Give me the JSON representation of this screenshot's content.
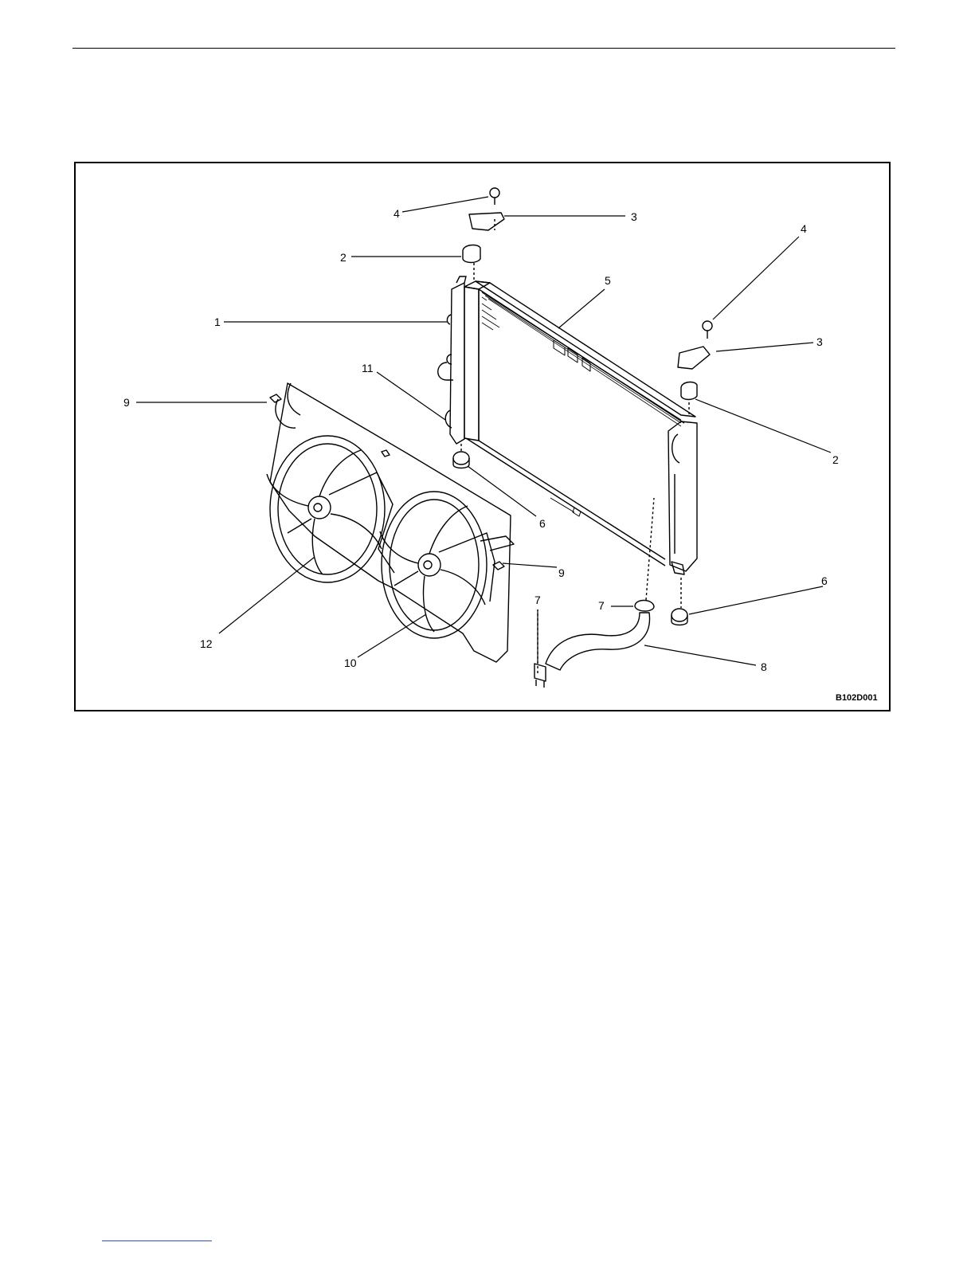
{
  "figure": {
    "id": "B102D001",
    "callouts": [
      {
        "text": "4"
      },
      {
        "text": "3"
      },
      {
        "text": "2"
      },
      {
        "text": "5"
      },
      {
        "text": "1"
      },
      {
        "text": "4"
      },
      {
        "text": "3"
      },
      {
        "text": "11"
      },
      {
        "text": "9"
      },
      {
        "text": "2"
      },
      {
        "text": "6"
      },
      {
        "text": "9"
      },
      {
        "text": "6"
      },
      {
        "text": "7"
      },
      {
        "text": "7"
      },
      {
        "text": "12"
      },
      {
        "text": "8"
      },
      {
        "text": "10"
      }
    ]
  },
  "colors": {
    "line": "#000000",
    "link": "#2e4fb8"
  }
}
